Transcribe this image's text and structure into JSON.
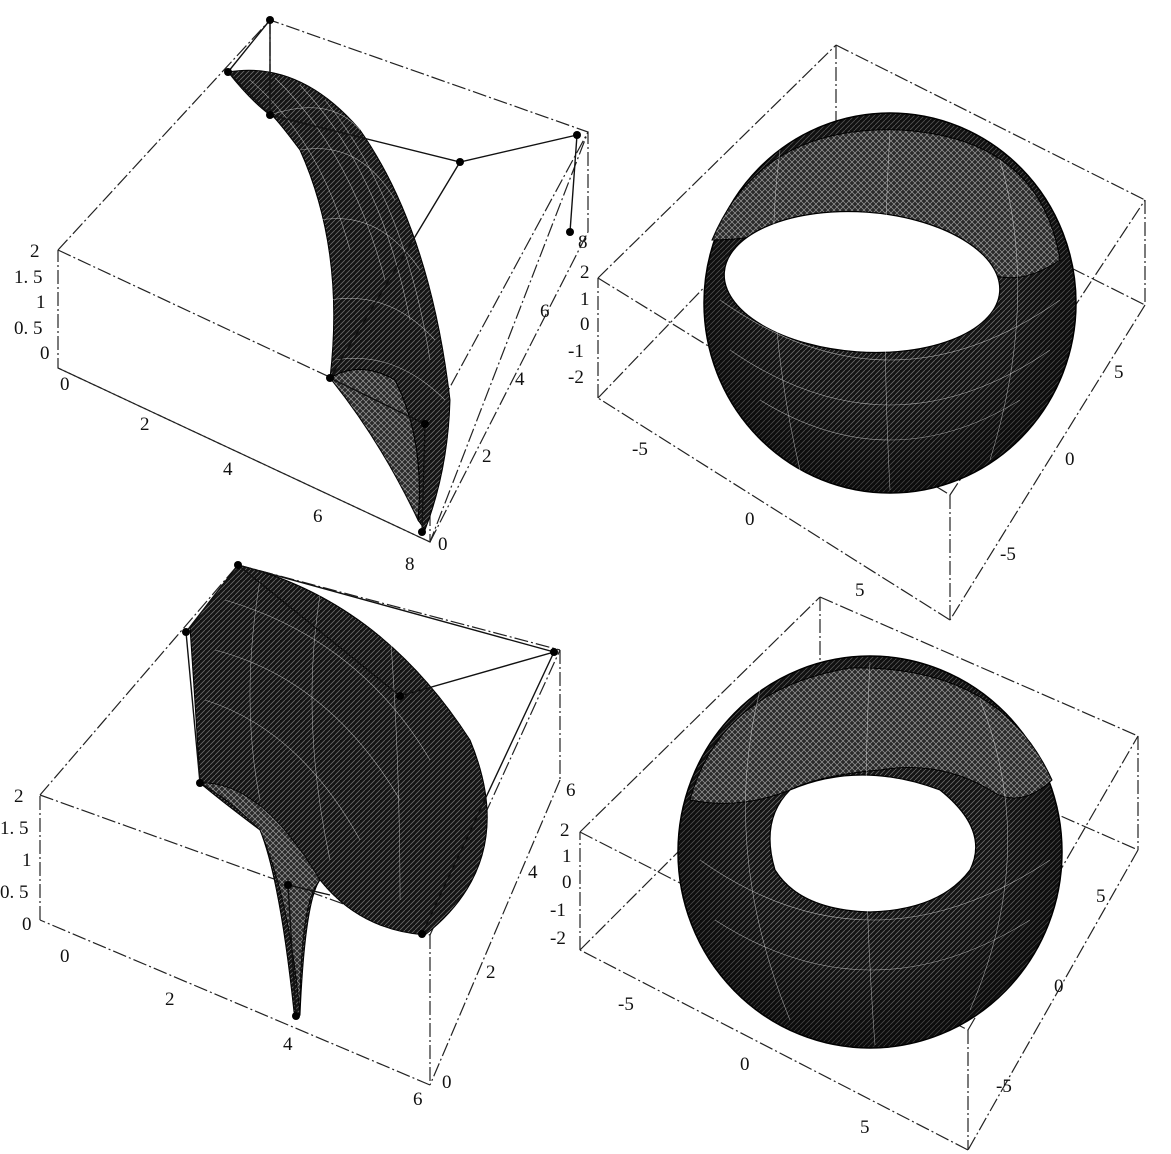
{
  "plots": [
    {
      "id": "tl",
      "ticks": {
        "z": [
          "2",
          "1. 5",
          "1",
          "0. 5",
          "0"
        ],
        "x": [
          "0",
          "2",
          "4",
          "6",
          "8"
        ],
        "y": [
          "0",
          "2",
          "4",
          "6",
          "8"
        ]
      }
    },
    {
      "id": "tr",
      "ticks": {
        "z": [
          "2",
          "1",
          "0",
          "-1",
          "-2"
        ],
        "x": [
          "-5",
          "0",
          "5"
        ],
        "y": [
          "-5",
          "0",
          "5"
        ]
      }
    },
    {
      "id": "bl",
      "ticks": {
        "z": [
          "2",
          "1. 5",
          "1",
          "0. 5",
          "0"
        ],
        "x": [
          "0",
          "2",
          "4",
          "6"
        ],
        "y": [
          "0",
          "2",
          "4",
          "6"
        ]
      }
    },
    {
      "id": "br",
      "ticks": {
        "z": [
          "2",
          "1",
          "0",
          "-1",
          "-2"
        ],
        "x": [
          "-5",
          "0",
          "5"
        ],
        "y": [
          "-5",
          "0",
          "5"
        ]
      }
    }
  ]
}
